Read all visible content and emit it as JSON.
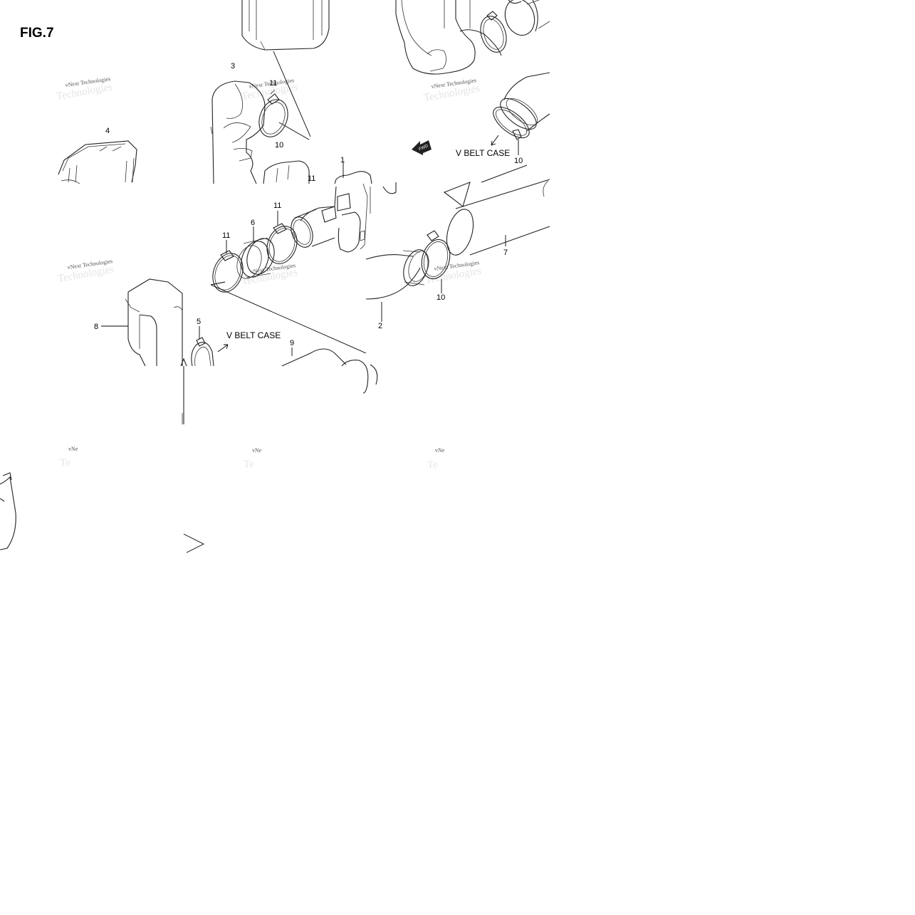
{
  "figure": {
    "title": "FIG.7"
  },
  "callouts": [
    "1",
    "2",
    "3",
    "4",
    "5",
    "6",
    "7",
    "8",
    "9",
    "10",
    "10",
    "10",
    "11",
    "11",
    "11",
    "11"
  ],
  "notes": {
    "v_belt_case_upper": "V BELT CASE",
    "v_belt_case_lower": "V BELT CASE"
  },
  "fwd_badge": "FWD",
  "watermark": {
    "text": "vNext Technologies"
  }
}
